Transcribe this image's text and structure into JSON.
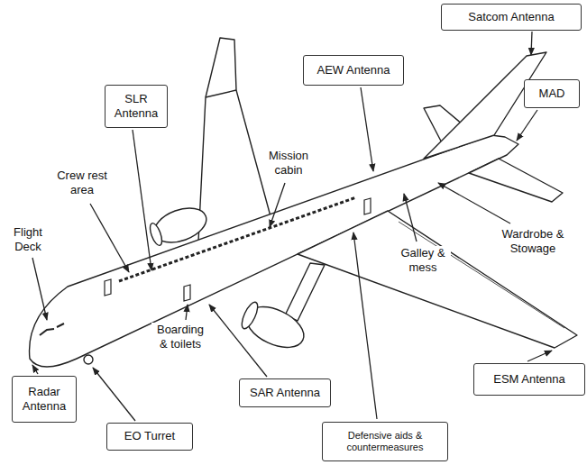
{
  "diagram": {
    "nodes": [
      {
        "text": [
          "Satcom Antenna"
        ]
      },
      {
        "text": [
          "AEW Antenna"
        ]
      },
      {
        "text": [
          "SLR Antenna"
        ]
      },
      {
        "text": [
          "MAD"
        ]
      },
      {
        "text": [
          "Radar Antenna"
        ]
      },
      {
        "text": [
          "EO Turret"
        ]
      },
      {
        "text": [
          "SAR Antenna"
        ]
      },
      {
        "text": [
          "Defensive aids & countermeasures"
        ]
      },
      {
        "text": [
          "ESM Antenna"
        ]
      }
    ],
    "labels": [
      "Crew rest area",
      "Flight Deck",
      "Mission cabin",
      "Galley & mess",
      "Wardrobe & Stowage",
      "Boarding & toilets"
    ]
  }
}
